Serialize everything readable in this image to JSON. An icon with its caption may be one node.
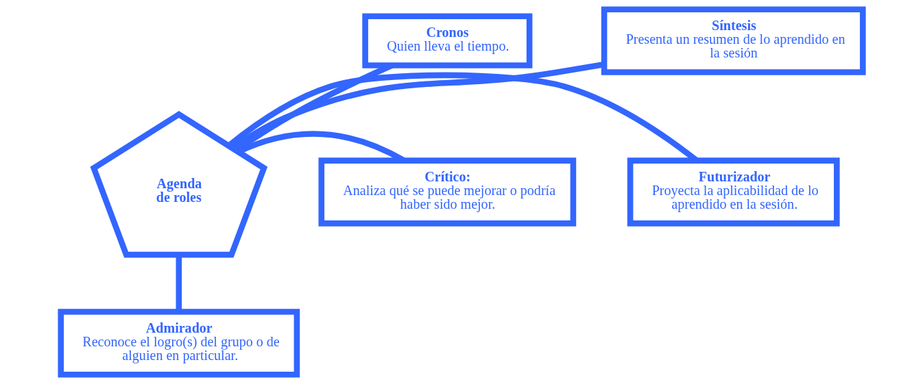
{
  "diagram": {
    "nodes": [
      {
        "text": [
          "Agenda de roles"
        ]
      },
      {
        "text": [
          "Cronos",
          "Quien lleva el tiempo."
        ]
      },
      {
        "text": [
          "Síntesis",
          "Presenta un resumen de lo aprendido en la sesión"
        ]
      },
      {
        "text": [
          "Crítico:",
          "Analiza qué se puede mejorar o podría haber sido mejor."
        ]
      },
      {
        "text": [
          "Futurizador",
          "Proyecta la aplicabilidad de lo aprendido en la sesión."
        ]
      },
      {
        "text": [
          "Admirador",
          "Reconoce el logro(s) del grupo o de alguien en particular."
        ]
      }
    ],
    "edges": [
      {
        "from": 0,
        "to": 1,
        "arrow": "none"
      },
      {
        "from": 0,
        "to": 2,
        "arrow": "none"
      },
      {
        "from": 0,
        "to": 3,
        "arrow": "none"
      },
      {
        "from": 0,
        "to": 4,
        "arrow": "none"
      },
      {
        "from": 0,
        "to": 5,
        "arrow": "none"
      }
    ]
  }
}
